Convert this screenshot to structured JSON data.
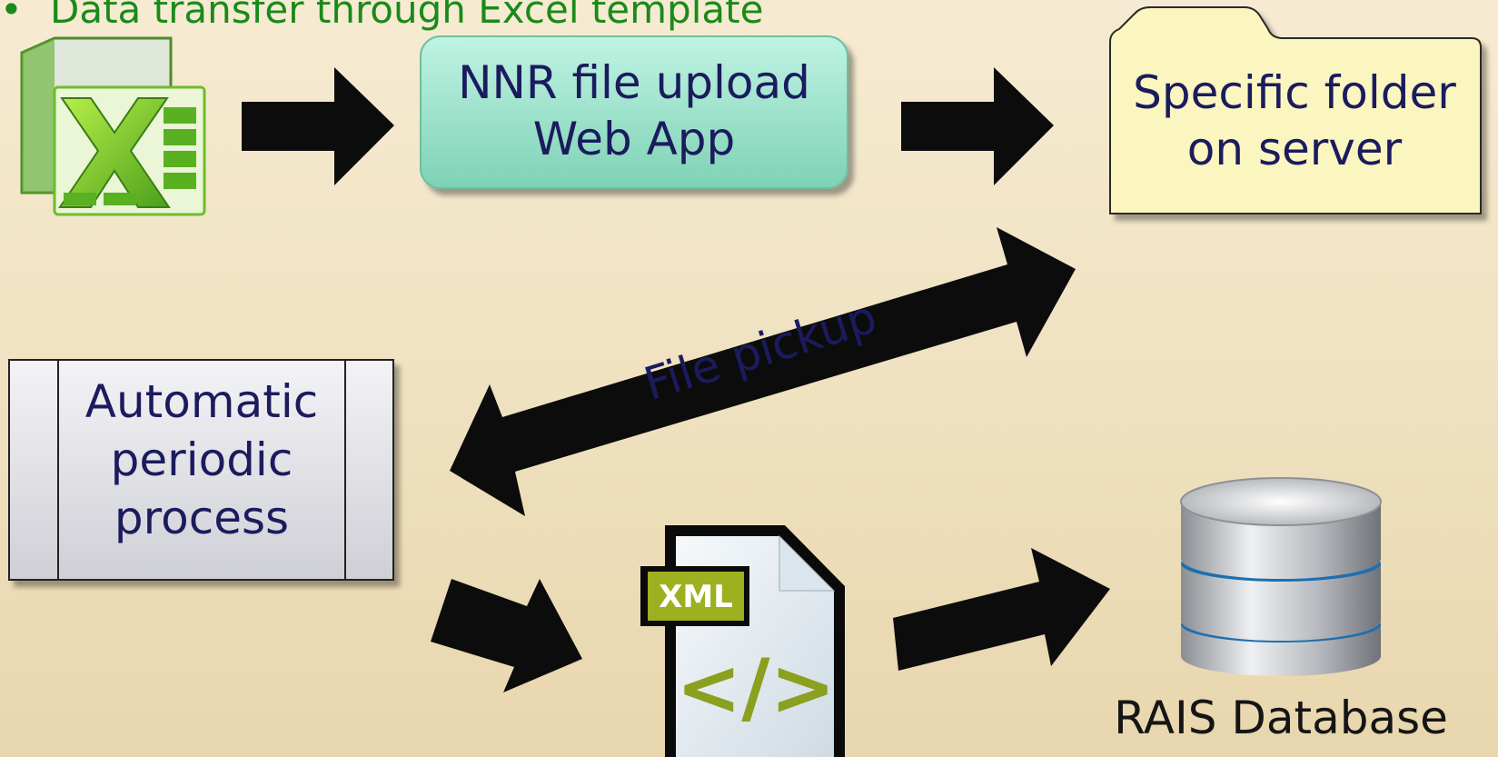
{
  "bullet": {
    "text": "Data transfer through Excel template",
    "marker": "•"
  },
  "nodes": {
    "excel": {
      "icon": "excel-icon"
    },
    "webapp": {
      "lines": [
        "NNR file upload",
        "Web App"
      ]
    },
    "folder": {
      "lines": [
        "Specific folder",
        "on server"
      ]
    },
    "process": {
      "lines": [
        "Automatic",
        "periodic",
        "process"
      ]
    },
    "xml": {
      "icon": "xml-file-icon",
      "badge": "XML",
      "glyph": "</>"
    },
    "database": {
      "icon": "database-icon",
      "label": "RAIS Database"
    }
  },
  "edges": {
    "file_pickup": {
      "label": "File pickup"
    }
  },
  "colors": {
    "text_dark": "#1b1b5e",
    "bullet_green": "#1a8a1a",
    "webapp_fill": "#9fe3cd",
    "folder_fill": "#fbf6c0",
    "process_fill": "#e4e4e8",
    "arrow": "#0c0c0c",
    "xml_green": "#8aa01e"
  }
}
